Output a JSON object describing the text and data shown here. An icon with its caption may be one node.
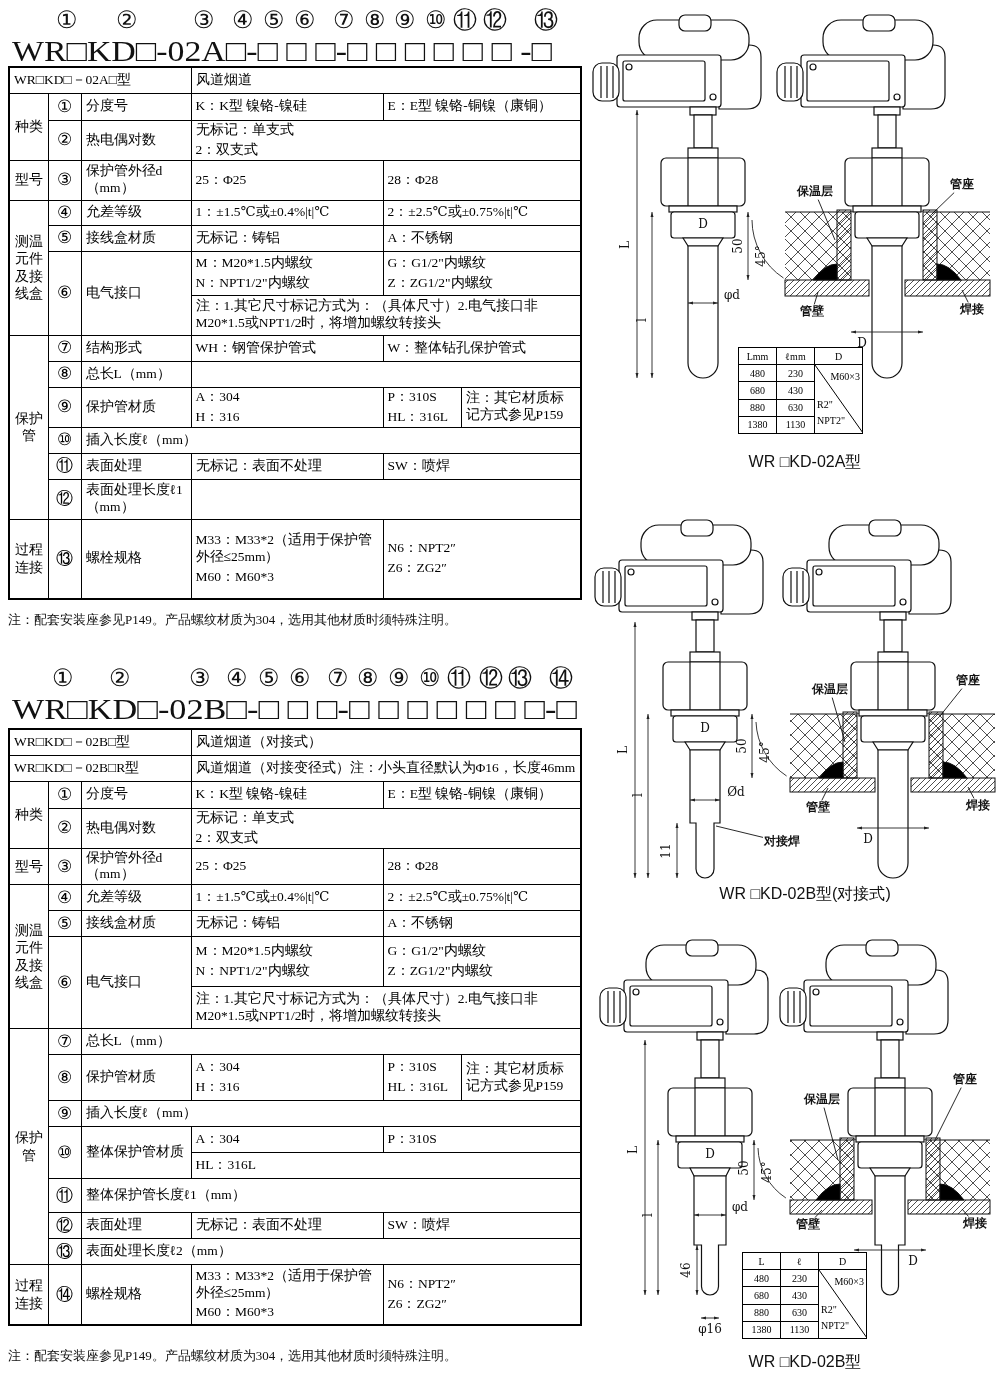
{
  "diagram": {
    "nodes": [
      {
        "text": [
          "保温层"
        ]
      },
      {
        "text": [
          "管座"
        ]
      },
      {
        "text": [
          "管壁"
        ]
      },
      {
        "text": [
          "焊接"
        ]
      },
      {
        "text": [
          "保温层"
        ]
      },
      {
        "text": [
          "管座"
        ]
      },
      {
        "text": [
          "管壁"
        ]
      },
      {
        "text": [
          "焊接"
        ]
      },
      {
        "text": [
          "对接焊"
        ]
      },
      {
        "text": [
          "保温层"
        ]
      },
      {
        "text": [
          "管座"
        ]
      },
      {
        "text": [
          "管壁"
        ]
      },
      {
        "text": [
          "焊接"
        ]
      }
    ],
    "edges": [
      {
        "from": 0,
        "to": null,
        "arrow": "none"
      },
      {
        "from": 1,
        "to": null,
        "arrow": "none"
      },
      {
        "from": 2,
        "to": null,
        "arrow": "none"
      },
      {
        "from": 3,
        "to": null,
        "arrow": "none"
      },
      {
        "from": 4,
        "to": null,
        "arrow": "none"
      },
      {
        "from": 5,
        "to": null,
        "arrow": "none"
      },
      {
        "from": 6,
        "to": null,
        "arrow": "none"
      },
      {
        "from": 7,
        "to": null,
        "arrow": "none"
      },
      {
        "from": 8,
        "to": null,
        "arrow": "none"
      },
      {
        "from": 9,
        "to": null,
        "arrow": "none"
      },
      {
        "from": 10,
        "to": null,
        "arrow": "none"
      },
      {
        "from": 11,
        "to": null,
        "arrow": "none"
      },
      {
        "from": 12,
        "to": null,
        "arrow": "none"
      }
    ],
    "labels": [
      "①",
      "②",
      "③",
      "④",
      "⑤",
      "⑥",
      "⑦",
      "⑧",
      "⑨",
      "⑩",
      "⑪",
      "⑫",
      "⑬",
      "WR□KD□-02A□-□ □ □-□ □ □ □ □ □ -□",
      "WR□KD□－02A□型",
      "风道烟道",
      "种类",
      "①",
      "分度号",
      "K：K型 镍铬-镍硅",
      "E：E型 镍铬-铜镍（康铜）",
      "②",
      "热电偶对数",
      "无标记：单支式",
      "2：双支式",
      "型号",
      "③",
      "保护管外径d（mm）",
      "25：Φ25",
      "28：Φ28",
      "测温元件及接线盒",
      "④",
      "允差等级",
      "1：±1.5℃或±0.4%|t|℃",
      "2：±2.5℃或±0.75%|t|℃",
      "⑤",
      "接线盒材质",
      "无标记：铸铝",
      "A：不锈钢",
      "⑥",
      "电气接口",
      "M：M20*1.5内螺纹",
      "N：NPT1/2\"内螺纹",
      "G：G1/2\"内螺纹",
      "Z：ZG1/2\"内螺纹",
      "注：1.其它尺寸标记方式为：（具体尺寸）2.电气接口非M20*1.5或NPT1/2时，将增加螺纹转接头",
      "保护管",
      "⑦",
      "结构形式",
      "WH：钢管保护管式",
      "W：整体钻孔保护管式",
      "⑧",
      "总长L（mm）",
      "⑨",
      "保护管材质",
      "A：304",
      "H：316",
      "P：310S",
      "HL：316L",
      "注：其它材质标记方式参见P159",
      "⑩",
      "插入长度ℓ（mm）",
      "⑪",
      "表面处理",
      "无标记：表面不处理",
      "SW：喷焊",
      "⑫",
      "表面处理长度ℓ1（mm）",
      "过程连接",
      "⑬",
      "螺栓规格",
      "M33：M33*2（适用于保护管外径≤25mm）",
      "M60：M60*3",
      "N6：NPT2″",
      "Z6：ZG2″",
      "注：配套安装座参见P149。产品螺纹材质为304，选用其他材质时须特殊注明。",
      "①",
      "②",
      "③",
      "④",
      "⑤",
      "⑥",
      "⑦",
      "⑧",
      "⑨",
      "⑩",
      "⑪",
      "⑫",
      "⑬",
      "⑭",
      "WR□KD□-02B□-□ □ □-□ □ □ □ □ □ □-□",
      "WR□KD□－02B□型",
      "风道烟道（对接式）",
      "WR□KD□－02B□R型",
      "风道烟道（对接变径式）注：小头直径默认为Φ16，长度46mm",
      "种类",
      "①",
      "分度号",
      "K：K型 镍铬-镍硅",
      "E：E型 镍铬-铜镍（康铜）",
      "②",
      "热电偶对数",
      "无标记：单支式",
      "2：双支式",
      "型号",
      "③",
      "保护管外径d（mm）",
      "25：Φ25",
      "28：Φ28",
      "测温元件及接线盒",
      "④",
      "允差等级",
      "1：±1.5℃或±0.4%|t|℃",
      "2：±2.5℃或±0.75%|t|℃",
      "⑤",
      "接线盒材质",
      "无标记：铸铝",
      "A：不锈钢",
      "⑥",
      "电气接口",
      "M：M20*1.5内螺纹",
      "N：NPT1/2\"内螺纹",
      "G：G1/2\"内螺纹",
      "Z：ZG1/2\"内螺纹",
      "注：1.其它尺寸标记方式为：（具体尺寸）2.电气接口非M20*1.5或NPT1/2时，将增加螺纹转接头",
      "保护管",
      "⑦",
      "总长L（mm）",
      "⑧",
      "保护管材质",
      "A：304",
      "H：316",
      "P：310S",
      "HL：316L",
      "注：其它材质标记方式参见P159",
      "⑨",
      "插入长度ℓ（mm）",
      "⑩",
      "整体保护管材质",
      "A：304",
      "P：310S",
      "HL：316L",
      "⑪",
      "整体保护管长度ℓ1（mm）",
      "⑫",
      "表面处理",
      "无标记：表面不处理",
      "SW：喷焊",
      "⑬",
      "表面处理长度ℓ2（mm）",
      "过程连接",
      "⑭",
      "螺栓规格",
      "M33：M33*2（适用于保护管外径≤25mm）",
      "M60：M60*3",
      "N6：NPT2″",
      "Z6：ZG2″",
      "注：配套安装座参见P149。产品螺纹材质为304，选用其他材质时须特殊注明。",
      "L",
      "D",
      "l",
      "φd",
      "50",
      "45°",
      "D",
      "Lmm",
      "ℓmm",
      "D",
      "480",
      "230",
      "680",
      "430",
      "880",
      "630",
      "1380",
      "1130",
      "M60×3",
      "R2\"",
      "NPT2\"",
      "WR □KD-02A型",
      "L",
      "D",
      "l",
      "Ød",
      "11",
      "50",
      "45°",
      "D",
      "WR □KD-02B型(对接式)",
      "L",
      "D",
      "l",
      "φd",
      "46",
      "φ16",
      "50",
      "45°",
      "D",
      "L",
      "ℓ",
      "D",
      "480",
      "230",
      "680",
      "430",
      "880",
      "630",
      "1380",
      "1130",
      "M60×3",
      "R2\"",
      "NPT2\"",
      "WR □KD-02B型"
    ]
  }
}
